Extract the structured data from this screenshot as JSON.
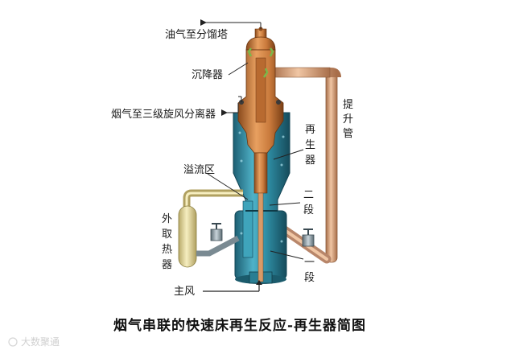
{
  "labels": {
    "oil_gas_to_fractionator": "油气至分馏塔",
    "settler": "沉降器",
    "flue_gas_to_third_cyclone": "烟气至三级旋风分离器",
    "riser": [
      "提",
      "升",
      "管"
    ],
    "regenerator": [
      "再",
      "生",
      "器"
    ],
    "overflow_zone": "溢流区",
    "stage_two": [
      "二",
      "段"
    ],
    "external_heat_exchanger": [
      "外",
      "取",
      "热",
      "器"
    ],
    "stage_one": [
      "一",
      "段"
    ],
    "main_air": "主风"
  },
  "caption": "烟气串联的快速床再生反应-再生器简图",
  "watermark": "大数聚通",
  "colors": {
    "regenerator_blue": "#2f8fa6",
    "settler_copper": "#c97a3c",
    "riser_tan": "#d8a27a",
    "heat_exchanger_cream": "#e8dca0"
  }
}
